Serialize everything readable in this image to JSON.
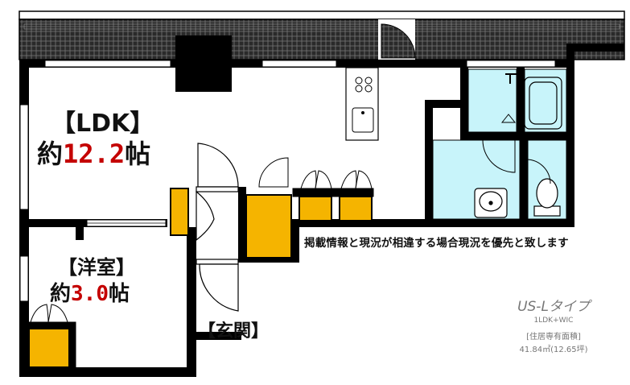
{
  "rooms": {
    "ldk": {
      "title": "【LDK】",
      "area_prefix": "約",
      "area_value": "12.2",
      "area_unit": "帖"
    },
    "yoshitsu": {
      "title": "【洋室】",
      "area_prefix": "約",
      "area_value": "3.0",
      "area_unit": "帖"
    },
    "genkan": {
      "title": "【玄関】"
    }
  },
  "notice": "掲載情報と現況が相違する場合現況を優先と致します",
  "type_info": {
    "type_name": "US-Lタイプ",
    "layout": "1LDK+WIC",
    "area_label": "[住居専有面積]",
    "area_value": "41.84㎡(12.65坪)"
  },
  "colors": {
    "wall": "#000000",
    "storage": "#f5b400",
    "water_area": "#c8f4fa",
    "balcony": "#2a2a2a",
    "accent_text": "#c40000"
  }
}
